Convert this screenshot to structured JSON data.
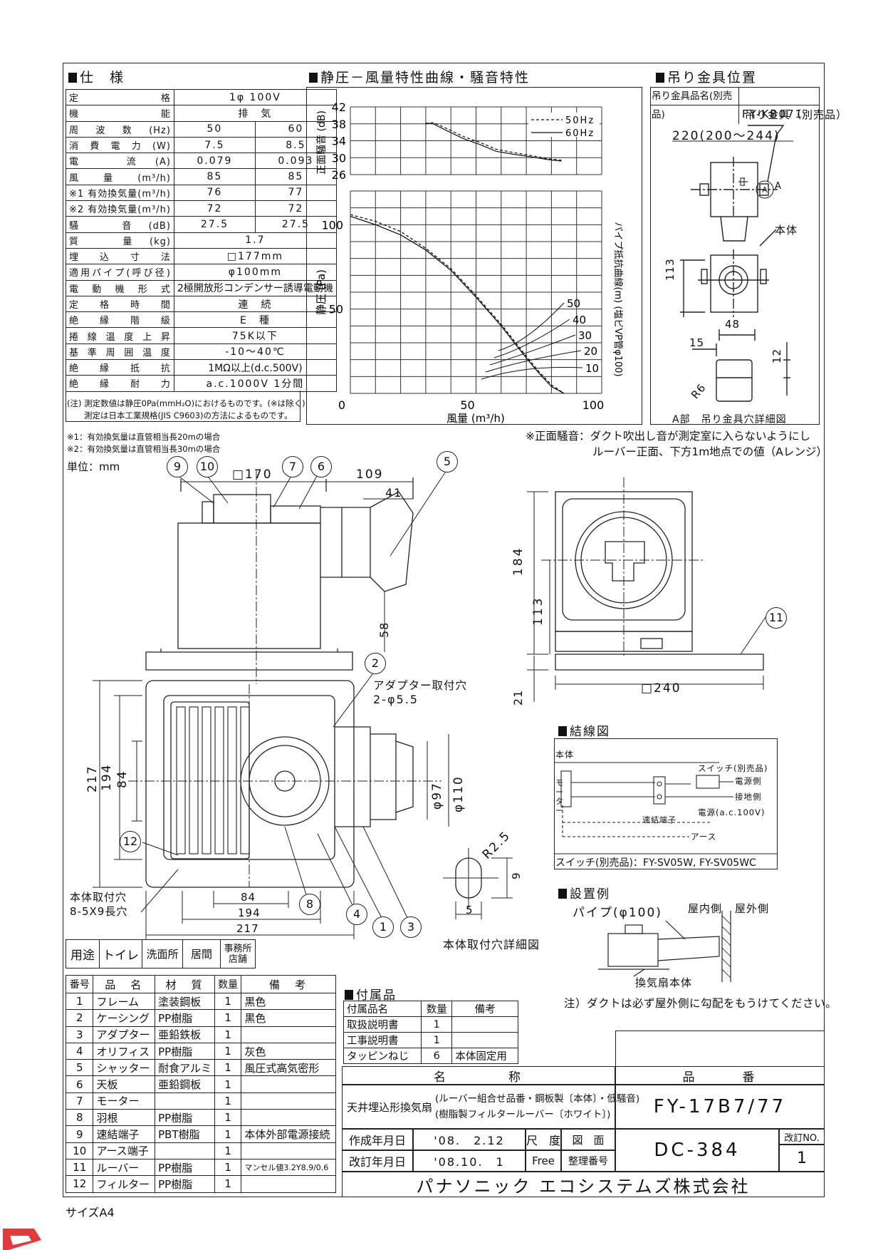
{
  "sections": {
    "spec": "仕　様",
    "chart": "静圧－風量特性曲線・騒音特性",
    "hanger": "吊り金具位置",
    "wiring": "結線図",
    "install": "設置例",
    "accessories": "付属品"
  },
  "spec": {
    "rows": [
      {
        "label": "定　格",
        "v1": "1φ 100V",
        "v2": ""
      },
      {
        "label": "機　能",
        "v1": "排　気",
        "v2": ""
      },
      {
        "label": "周波数(Hz)",
        "v1": "50",
        "v2": "60"
      },
      {
        "label": "消費電力(W)",
        "v1": "7.5",
        "v2": "8.5"
      },
      {
        "label": "電　流(A)",
        "v1": "0.079",
        "v2": "0.093"
      },
      {
        "label": "風量(m³/h)",
        "v1": "85",
        "v2": "85"
      },
      {
        "label": "※1 有効換気量(m³/h)",
        "v1": "76",
        "v2": "77"
      },
      {
        "label": "※2 有効換気量(m³/h)",
        "v1": "72",
        "v2": "72"
      },
      {
        "label": "騒　音(dB)",
        "v1": "27.5",
        "v2": "27.5"
      },
      {
        "label": "質　量(kg)",
        "v1": "1.7",
        "v2": ""
      },
      {
        "label": "埋込寸法",
        "v1": "□177mm",
        "v2": ""
      },
      {
        "label": "適用パイプ(呼び径)",
        "v1": "φ100mm",
        "v2": ""
      },
      {
        "label": "電動機形式",
        "v1": "2極開放形コンデンサー誘導電動機",
        "v2": ""
      },
      {
        "label": "定格時間",
        "v1": "連　続",
        "v2": ""
      },
      {
        "label": "絶縁階級",
        "v1": "E　種",
        "v2": ""
      },
      {
        "label": "捲線温度上昇",
        "v1": "75K以下",
        "v2": ""
      },
      {
        "label": "基準周囲温度",
        "v1": "-10～40℃",
        "v2": ""
      },
      {
        "label": "絶縁抵抗",
        "v1": "1MΩ以上(d.c.500V)",
        "v2": ""
      },
      {
        "label": "絶縁耐力",
        "v1": "a.c.1000V 1分間",
        "v2": ""
      }
    ],
    "note1": "(注) 測定数値は静圧0Pa(mmH₂O)におけるものです。(※は除く)",
    "note2": "測定は日本工業規格(JIS C9603)の方法によるものです。",
    "foot1": "※1：有効換気量は直管相当長20mの場合",
    "foot2": "※2：有効換気量は直管相当長30mの場合",
    "unit": "単位：mm"
  },
  "chart_data": [
    {
      "type": "line",
      "ylabel": "正面騒音 (dB)",
      "ylim": [
        26,
        42
      ],
      "yticks": [
        "42",
        "38",
        "34",
        "30",
        "26"
      ],
      "series": [
        {
          "name": "50Hz",
          "x": [
            30,
            33,
            38,
            45,
            52,
            58,
            65,
            72,
            78,
            84
          ],
          "y": [
            38,
            38.3,
            37,
            35,
            33.5,
            32,
            31.2,
            30.5,
            29.8,
            29.4
          ]
        },
        {
          "name": "60Hz",
          "x": [
            30,
            33,
            38,
            45,
            52,
            58,
            65,
            72,
            78,
            84
          ],
          "y": [
            38.2,
            38,
            36.5,
            34.5,
            33,
            31.5,
            30.8,
            30.2,
            29.6,
            29.2
          ]
        }
      ],
      "legend": [
        "50Hz",
        "60Hz"
      ]
    },
    {
      "type": "line",
      "xlabel": "風量 (m³/h)",
      "ylabel": "静圧 (Pa)",
      "xlim": [
        0,
        100
      ],
      "ylim": [
        0,
        120
      ],
      "xticks": [
        "0",
        "50",
        "100"
      ],
      "yticks": [
        "100",
        "50"
      ],
      "series": [
        {
          "name": "50Hz",
          "x": [
            0,
            10,
            20,
            30,
            40,
            50,
            60,
            70,
            75,
            80,
            85
          ],
          "y": [
            106,
            102,
            96,
            86,
            74,
            58,
            41,
            22,
            13,
            5,
            0
          ]
        },
        {
          "name": "60Hz",
          "x": [
            0,
            10,
            20,
            30,
            40,
            50,
            60,
            70,
            75,
            80,
            85
          ],
          "y": [
            105,
            100,
            94,
            85,
            73,
            57,
            40,
            21,
            12,
            4,
            0
          ]
        }
      ],
      "pipe_labels": [
        "50",
        "40",
        "30",
        "20",
        "10"
      ],
      "pipe_axis": "パイプ抵抗曲線(m) (塩ビVP管φ100)"
    }
  ],
  "front_note1": "※正面騒音：ダクト吹出し音が測定室に入らないようにし",
  "front_note2": "ルーバー正面、下方1m地点での値（Aレンジ）",
  "hanger": {
    "name_label": "吊り金具品名(別売品)",
    "name_value": "FY-KB071",
    "bracket": "吊り金具（別売品）",
    "dim1": "220(200～244)",
    "body": "本体",
    "a": "A",
    "d113": "113",
    "d48": "48",
    "d15": "15",
    "d12": "12",
    "r6": "R6",
    "detail": "A部　吊り金具穴詳細図"
  },
  "dims": {
    "d170": "□170",
    "d109": "109",
    "d41": "41",
    "d58": "58",
    "d184": "184",
    "d113": "113",
    "d21": "21",
    "d240": "□240",
    "d217": "217",
    "d194": "194",
    "d84": "84",
    "d97": "φ97",
    "d110": "φ110",
    "d84b": "84",
    "d194b": "194",
    "d217b": "217",
    "r25": "R2.5",
    "d9": "9",
    "d5": "5",
    "adapter1": "アダプター取付穴",
    "adapter2": "2-φ5.5",
    "mount1": "本体取付穴",
    "mount2": "8-5X9長穴",
    "mountdetail": "本体取付穴詳細図"
  },
  "callouts": [
    "9",
    "10",
    "7",
    "6",
    "5",
    "11",
    "2",
    "12",
    "8",
    "4",
    "1",
    "3"
  ],
  "wiring": {
    "body": "本体",
    "motor": "モーター",
    "switch": "スイッチ(別売品)",
    "power": "電源側",
    "earth": "接地側",
    "source": "電源(a.c.100V)",
    "terminal": "速結端子",
    "ground": "アース",
    "switch_model": "スイッチ(別売品)：FY-SV05W, FY-SV05WC"
  },
  "install": {
    "pipe": "パイプ(φ100)",
    "indoor": "屋内側",
    "outdoor": "屋外側",
    "body": "換気扇本体",
    "note": "注）ダクトは必ず屋外側に勾配をもうけてください。"
  },
  "usage": {
    "label": "用途",
    "items": [
      "トイレ",
      "洗面所",
      "居間",
      "事務所店舗"
    ]
  },
  "parts": {
    "headers": [
      "番号",
      "品　名",
      "材　質",
      "数量",
      "備　考"
    ],
    "rows": [
      [
        "1",
        "フレーム",
        "塗装鋼板",
        "1",
        "黒色"
      ],
      [
        "2",
        "ケーシング",
        "PP樹脂",
        "1",
        "黒色"
      ],
      [
        "3",
        "アダプター",
        "亜鉛鉄板",
        "1",
        ""
      ],
      [
        "4",
        "オリフィス",
        "PP樹脂",
        "1",
        "灰色"
      ],
      [
        "5",
        "シャッター",
        "耐食アルミ",
        "1",
        "風圧式高気密形"
      ],
      [
        "6",
        "天板",
        "亜鉛鋼板",
        "1",
        ""
      ],
      [
        "7",
        "モーター",
        "",
        "1",
        ""
      ],
      [
        "8",
        "羽根",
        "PP樹脂",
        "1",
        ""
      ],
      [
        "9",
        "速結端子",
        "PBT樹脂",
        "1",
        "本体外部電源接続"
      ],
      [
        "10",
        "アース端子",
        "",
        "1",
        ""
      ],
      [
        "11",
        "ルーバー",
        "PP樹脂",
        "1",
        "マンセル値3.2Y8.9/0.6"
      ],
      [
        "12",
        "フィルター",
        "PP樹脂",
        "1",
        ""
      ]
    ]
  },
  "accessories": {
    "headers": [
      "付属品名",
      "数量",
      "備考"
    ],
    "rows": [
      [
        "取扱説明書",
        "1",
        ""
      ],
      [
        "工事説明書",
        "1",
        ""
      ],
      [
        "タッピンねじ",
        "6",
        "本体固定用"
      ]
    ]
  },
  "titleblock": {
    "name_h": "名　　　　称",
    "no_h": "品　　　番",
    "name1": "天井埋込形換気扇",
    "name2a": "(ルーバー組合せ品番・鋼板製〔本体〕・低騒音)",
    "name2b": "(樹脂製フィルタールーバー〔ホワイト〕)",
    "model": "FY-17B7/77",
    "created_l": "作成年月日",
    "created_v": "'08.　2.12",
    "scale_l": "尺　度",
    "scale_v": "Free",
    "drawing_l": "図　面",
    "drawing_v": "整理番号",
    "docno": "DC-384",
    "rev_h": "改訂NO.",
    "rev_v": "1",
    "revised_l": "改訂年月日",
    "revised_v": "'08.10.　1",
    "company": "パナソニック エコシステムズ株式会社"
  },
  "paper": "サイズA4"
}
